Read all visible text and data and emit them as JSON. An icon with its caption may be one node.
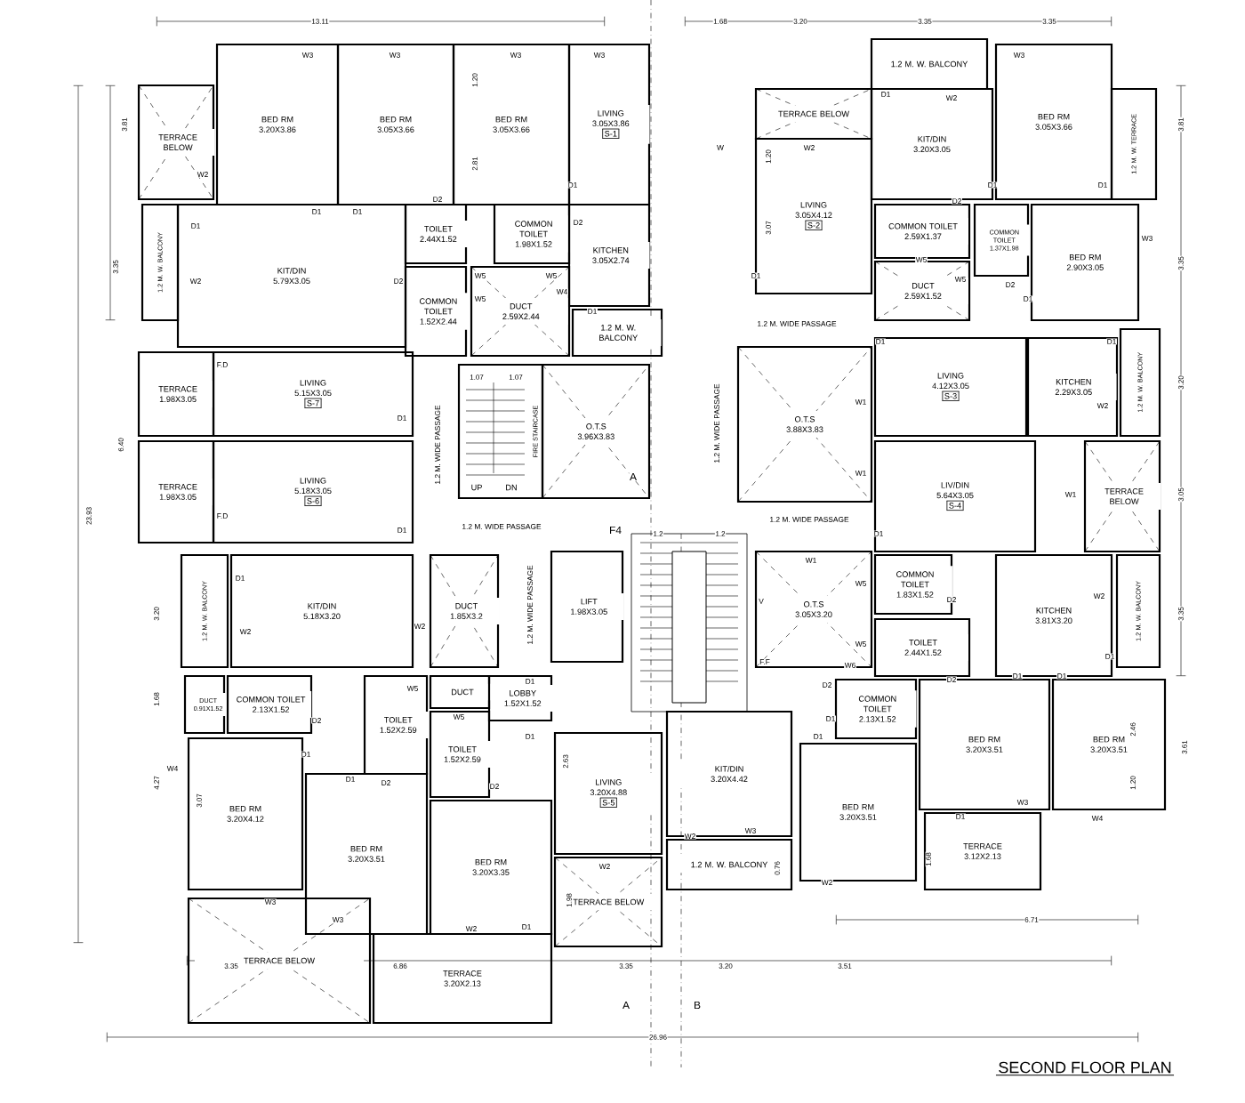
{
  "diagram": {
    "caption": "SECOND FLOOR PLAN",
    "nodes": [
      {
        "text": [
          "TERRACE BELOW"
        ]
      },
      {
        "text": [
          "BED RM",
          "3.20X3.86"
        ]
      },
      {
        "text": [
          "BED RM",
          "3.05X3.66"
        ]
      },
      {
        "text": [
          "BED RM",
          "3.05X3.66"
        ]
      },
      {
        "text": [
          "LIVING",
          "3.05X3.86",
          "S-1"
        ]
      },
      {
        "text": [
          "1.2 M. W. BALCONY"
        ]
      },
      {
        "text": [
          "KIT/DIN",
          "5.79X3.05"
        ]
      },
      {
        "text": [
          "TOILET",
          "2.44X1.52"
        ]
      },
      {
        "text": [
          "COMMON TOILET",
          "1.98X1.52"
        ]
      },
      {
        "text": [
          "KITCHEN",
          "3.05X2.74"
        ]
      },
      {
        "text": [
          "COMMON TOILET",
          "1.52X2.44"
        ]
      },
      {
        "text": [
          "DUCT",
          "2.59X2.44"
        ]
      },
      {
        "text": [
          "1.2 M. W. BALCONY"
        ]
      },
      {
        "text": [
          "TERRACE",
          "1.98X3.05"
        ]
      },
      {
        "text": [
          "LIVING",
          "5.15X3.05",
          "S-7"
        ]
      },
      {
        "text": [
          "TERRACE",
          "1.98X3.05"
        ]
      },
      {
        "text": [
          "LIVING",
          "5.18X3.05",
          "S-6"
        ]
      },
      {
        "text": [
          "UP",
          "DN",
          "FIRE STAIRCASE"
        ]
      },
      {
        "text": [
          "O.T.S",
          "3.96X3.83"
        ]
      },
      {
        "text": [
          "TERRACE BELOW"
        ]
      },
      {
        "text": [
          "1.2 M. W. BALCONY"
        ]
      },
      {
        "text": [
          "KIT/DIN",
          "3.20X3.05"
        ]
      },
      {
        "text": [
          "BED RM",
          "3.05X3.66"
        ]
      },
      {
        "text": [
          "1.2 M. W. TERRACE"
        ]
      },
      {
        "text": [
          "LIVING",
          "3.05X4.12",
          "S-2"
        ]
      },
      {
        "text": [
          "COMMON TOILET",
          "2.59X1.37"
        ]
      },
      {
        "text": [
          "COMMON TOILET",
          "1.37X1.98"
        ]
      },
      {
        "text": [
          "DUCT",
          "2.59X1.52"
        ]
      },
      {
        "text": [
          "BED RM",
          "2.90X3.05"
        ]
      },
      {
        "text": [
          "O.T.S",
          "3.88X3.83"
        ]
      },
      {
        "text": [
          "LIVING",
          "4.12X3.05",
          "S-3"
        ]
      },
      {
        "text": [
          "KITCHEN",
          "2.29X3.05"
        ]
      },
      {
        "text": [
          "1.2 M. W. BALCONY"
        ]
      },
      {
        "text": [
          "LIV/DIN",
          "5.64X3.05",
          "S-4"
        ]
      },
      {
        "text": [
          "TERRACE BELOW"
        ]
      },
      {
        "text": [
          "LIFT",
          "1.98X3.05"
        ]
      },
      {
        "text": [
          "O.T.S",
          "3.05X3.20"
        ]
      },
      {
        "text": [
          "COMMON TOILET",
          "1.83X1.52"
        ]
      },
      {
        "text": [
          "TOILET",
          "2.44X1.52"
        ]
      },
      {
        "text": [
          "KITCHEN",
          "3.81X3.20"
        ]
      },
      {
        "text": [
          "1.2 M. W. BALCONY"
        ]
      },
      {
        "text": [
          "1.2 M. W. BALCONY"
        ]
      },
      {
        "text": [
          "KIT/DIN",
          "5.18X3.20"
        ]
      },
      {
        "text": [
          "DUCT",
          "1.85X3.2"
        ]
      },
      {
        "text": [
          "DUCT",
          "0.91X1.52"
        ]
      },
      {
        "text": [
          "COMMON TOILET",
          "2.13X1.52"
        ]
      },
      {
        "text": [
          "TOILET",
          "1.52X2.59"
        ]
      },
      {
        "text": [
          "DUCT"
        ]
      },
      {
        "text": [
          "LOBBY",
          "1.52X1.52"
        ]
      },
      {
        "text": [
          "TOILET",
          "1.52X2.59"
        ]
      },
      {
        "text": [
          "BED RM",
          "3.20X4.12"
        ]
      },
      {
        "text": [
          "BED RM",
          "3.20X3.51"
        ]
      },
      {
        "text": [
          "BED RM",
          "3.20X3.35"
        ]
      },
      {
        "text": [
          "LIVING",
          "3.20X4.88",
          "S-5"
        ]
      },
      {
        "text": [
          "TERRACE BELOW"
        ]
      },
      {
        "text": [
          "TERRACE BELOW"
        ]
      },
      {
        "text": [
          "TERRACE",
          "3.20X2.13"
        ]
      },
      {
        "text": [
          "KIT/DIN",
          "3.20X4.42"
        ]
      },
      {
        "text": [
          "COMMON TOILET",
          "2.13X1.52"
        ]
      },
      {
        "text": [
          "BED RM",
          "3.20X3.51"
        ]
      },
      {
        "text": [
          "BED RM",
          "3.20X3.51"
        ]
      },
      {
        "text": [
          "BED RM",
          "3.20X3.51"
        ]
      },
      {
        "text": [
          "TERRACE",
          "3.12X2.13"
        ]
      },
      {
        "text": [
          "1.2 M. W. BALCONY"
        ]
      }
    ],
    "labels": [
      "13.11",
      "1.68",
      "3.20",
      "3.35",
      "3.35",
      "3.81",
      "3.35",
      "6.40",
      "23.93",
      "3.20",
      "1.68",
      "4.27",
      "3.07",
      "2.81",
      "1.20",
      "1.20",
      "3.07",
      "3.81",
      "3.35",
      "3.20",
      "3.05",
      "3.35",
      "2.46",
      "1.20",
      "3.61",
      "3.35",
      "6.86",
      "3.35",
      "3.20",
      "3.51",
      "6.71",
      "26.96",
      "0.76",
      "1.68",
      "1.98",
      "2.63",
      "1.07",
      "1.07",
      "1.2",
      "1.2",
      "A",
      "F4",
      "A",
      "B",
      "1.2 M. WIDE PASSAGE",
      "1.2 M. WIDE PASSAGE",
      "1.2 M. WIDE PASSAGE",
      "1.2 M. WIDE PASSAGE",
      "1.2 M. WIDE PASSAGE",
      "1.2 M. WIDE PASSAGE",
      "W3",
      "W3",
      "W3",
      "W3",
      "W2",
      "D1",
      "W2",
      "D1",
      "D1",
      "D2",
      "D1",
      "D2",
      "D2",
      "W5",
      "W5",
      "W5",
      "W4",
      "D1",
      "F.D",
      "F.D",
      "D1",
      "D1",
      "D1",
      "W2",
      "W2",
      "W",
      "W2",
      "D1",
      "W2",
      "W3",
      "D1",
      "D1",
      "D1",
      "D2",
      "W5",
      "W5",
      "D2",
      "D1",
      "W3",
      "D1",
      "D1",
      "W1",
      "W1",
      "W2",
      "W1",
      "D1",
      "W1",
      "V",
      "W5",
      "D2",
      "W5",
      "F.F",
      "W6",
      "D2",
      "D1",
      "D1",
      "W2",
      "D1",
      "W5",
      "D1",
      "W5",
      "D1",
      "D2",
      "D1",
      "D1",
      "D2",
      "W4",
      "D2",
      "W3",
      "W3",
      "W2",
      "D1",
      "W2",
      "D2",
      "D1",
      "D1",
      "W2",
      "W3",
      "W2",
      "D1",
      "W3",
      "W4"
    ]
  }
}
